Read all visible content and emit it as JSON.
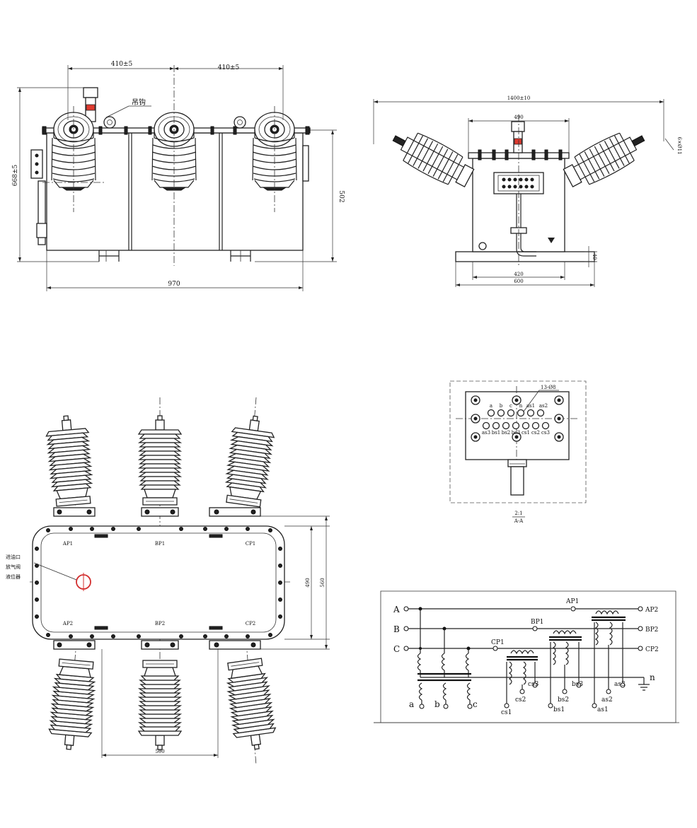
{
  "front_view": {
    "dim_top_left": "410±5",
    "dim_top_right": "410±5",
    "lifting_lug": "吊钩",
    "dim_height": "668±5",
    "dim_body_height": "502",
    "dim_width": "970"
  },
  "side_view": {
    "dim_overall": "1400±10",
    "dim_top": "490",
    "dim_angle": "6×Ø11",
    "dim_base_height": "40",
    "dim_bottom_inner": "420",
    "dim_bottom_outer": "600"
  },
  "top_view": {
    "terminals_top": [
      "AP1",
      "BP1",
      "CP1"
    ],
    "terminals_bottom": [
      "AP2",
      "BP2",
      "CP2"
    ],
    "side_labels": [
      "进油口",
      "放气阀",
      "液位器"
    ],
    "dim_inner": "490",
    "dim_outer": "560",
    "dim_bottom": "500"
  },
  "detail_view": {
    "callout": "13-Ø8",
    "row1_labels": [
      "a",
      "b",
      "c",
      "n",
      "as1",
      "as2"
    ],
    "row2_labels": [
      "as3",
      "bs1",
      "bs2",
      "bs3",
      "cs1",
      "cs2",
      "cs3"
    ],
    "scale": "2:1",
    "view_name": "A-A"
  },
  "circuit": {
    "inputs": [
      "A",
      "B",
      "C"
    ],
    "outputs": [
      "AP2",
      "BP2",
      "CP2"
    ],
    "primaries": [
      "AP1",
      "BP1",
      "CP1"
    ],
    "neutral": "n",
    "phase_taps": [
      "a",
      "b",
      "c"
    ],
    "secondaries": [
      "cs1",
      "cs2",
      "cs3",
      "bs1",
      "bs2",
      "bs3",
      "as1",
      "as2",
      "as3"
    ]
  }
}
